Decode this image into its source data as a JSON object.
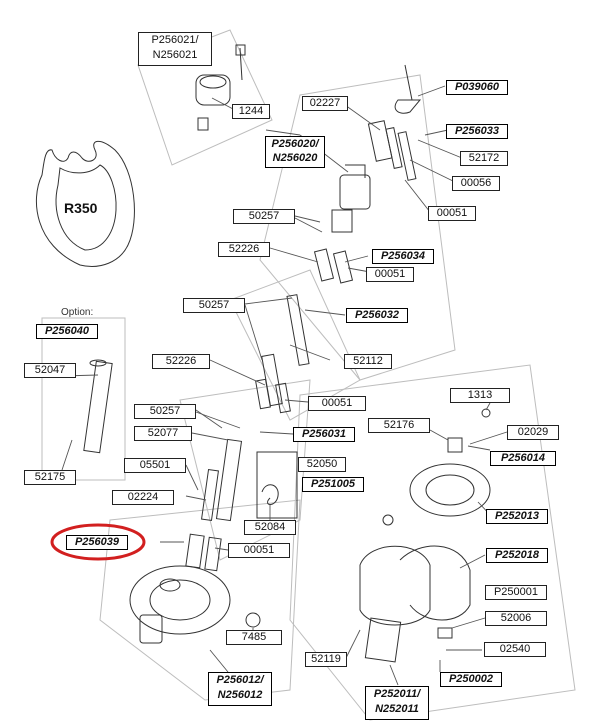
{
  "profile": {
    "label": "R350"
  },
  "option_text": "Option:",
  "parts": {
    "p256021": "P256021/",
    "n256021": "N256021",
    "p1244": "1244",
    "p256020": "P256020/",
    "n256020": "N256020",
    "p02227": "02227",
    "p039060": "P039060",
    "p256033": "P256033",
    "p52172": "52172",
    "p00056": "00056",
    "p00051a": "00051",
    "p50257a": "50257",
    "p52226a": "52226",
    "p256034": "P256034",
    "p00051b": "00051",
    "p50257b": "50257",
    "p256032": "P256032",
    "p256040": "P256040",
    "p52047": "52047",
    "p52226b": "52226",
    "p52112": "52112",
    "p00051c": "00051",
    "p1313": "1313",
    "p50257c": "50257",
    "p52176": "52176",
    "p02029": "02029",
    "p52077": "52077",
    "p256031": "P256031",
    "p256014": "P256014",
    "p05501": "05501",
    "p52050": "52050",
    "p52175": "52175",
    "p251005": "P251005",
    "p02224": "02224",
    "p252013": "P252013",
    "p52084": "52084",
    "p256039": "P256039",
    "p00051d": "00051",
    "p252018": "P252018",
    "p250001": "P250001",
    "p52006": "52006",
    "p7485": "7485",
    "p02540": "02540",
    "p52119": "52119",
    "p256012": "P256012/",
    "n256012": "N256012",
    "p250002": "P250002",
    "p252011": "P252011/",
    "n252011": "N252011"
  },
  "highlight_color": "#d21f1f"
}
